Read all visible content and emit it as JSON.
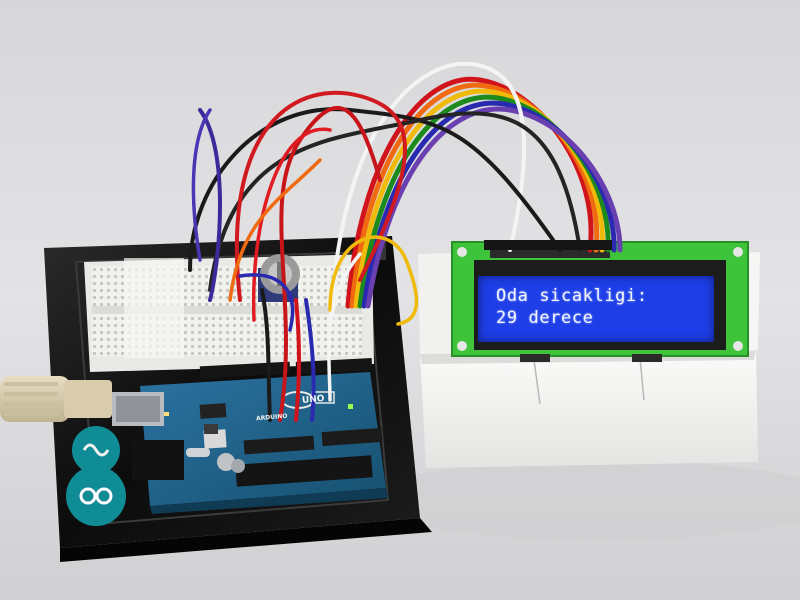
{
  "scene": {
    "background_color": "#e4e4e6",
    "lcd": {
      "line1": "Oda sicakligi:",
      "line2": "29 derece",
      "backlight_color": "#1e3fe8",
      "pcb_color": "#3dc43a"
    },
    "arduino": {
      "board_label": "UNO",
      "brand_label": "ARDUINO",
      "board_color": "#1e5f86"
    },
    "base_plate_color": "#111111",
    "breadboard_color": "#eeeeea",
    "stand_color": "#f6f6f4",
    "wire_colors": [
      "#d1131b",
      "#2a2ab0",
      "#f0ba0b",
      "#1c8a1c",
      "#ef6a10",
      "#6a3fb0",
      "#f4f4f4",
      "#1a1a1a"
    ]
  }
}
